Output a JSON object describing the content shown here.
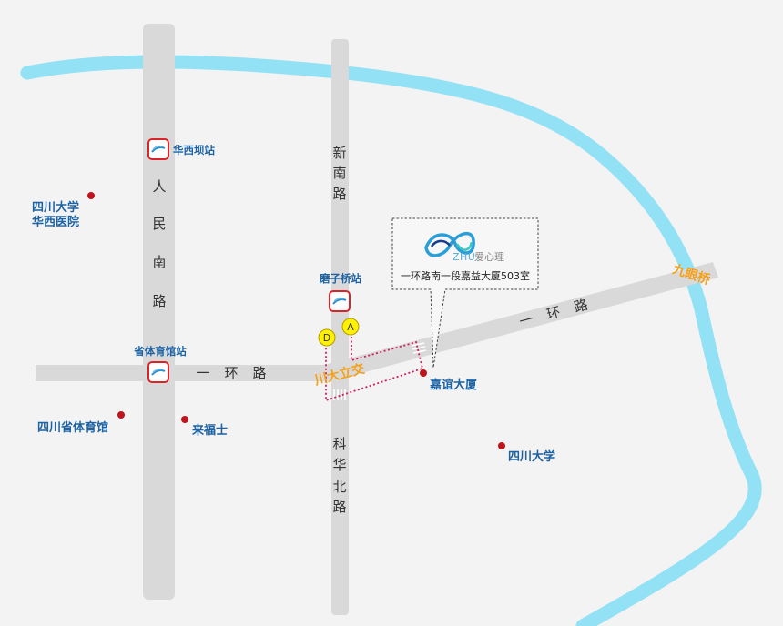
{
  "roads": {
    "renmin_nan": "人民南路",
    "xinnan": "新南路",
    "kehua_bei": "科华北路",
    "yihuan_west": "一环路",
    "yihuan_east": "一环路"
  },
  "stations": {
    "huaxiba": "华西坝站",
    "moziqiao": "磨子桥站",
    "shengtiyuguan": "省体育馆站"
  },
  "places": {
    "scu_huaxi_line1": "四川大学",
    "scu_huaxi_line2": "华西医院",
    "sichuan_gym": "四川省体育馆",
    "carrefour": "来福士",
    "jiayi_building": "嘉谊大厦",
    "scu": "四川大学"
  },
  "landmarks": {
    "chuanda_lijiao": "川大立交",
    "jiuyanqiao": "九眼桥"
  },
  "exits": {
    "a": "A",
    "d": "D"
  },
  "callout": {
    "logo_text_latin": "ZHU",
    "logo_text_cn": "爱心理",
    "address": "一环路南一段嘉益大厦503室"
  },
  "colors": {
    "background": "#f3f3f4",
    "road": "#d9d9d9",
    "river": "#92e1f5",
    "marker": "#c0141c",
    "text_blue": "#1d63a3",
    "accent_orange": "#f3a01a",
    "exit_yellow": "#fff200",
    "metro_icon_border": "#d9252a"
  }
}
